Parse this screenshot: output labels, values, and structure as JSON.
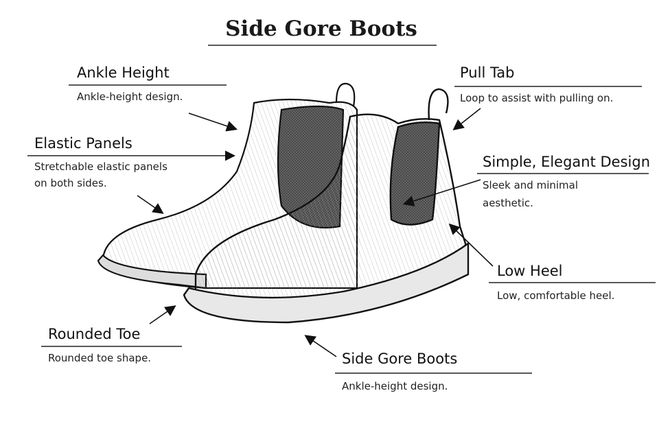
{
  "title": "Side Gore Boots",
  "callouts": [
    {
      "heading": "Ankle Height",
      "description": [
        "Ankle-height design."
      ]
    },
    {
      "heading": "Elastic Panels",
      "description": [
        "Stretchable elastic panels",
        "on both sides."
      ]
    },
    {
      "heading": "Rounded Toe",
      "description": [
        "Rounded toe shape."
      ]
    },
    {
      "heading": "Pull Tab",
      "description": [
        "Loop to assist with pulling on."
      ]
    },
    {
      "heading": "Simple, Elegant Design",
      "description": [
        "Sleek and minimal",
        "aesthetic."
      ]
    },
    {
      "heading": "Low Heel",
      "description": [
        "Low, comfortable heel."
      ]
    },
    {
      "heading": "Side Gore Boots",
      "description": [
        "Ankle-height design."
      ]
    }
  ]
}
